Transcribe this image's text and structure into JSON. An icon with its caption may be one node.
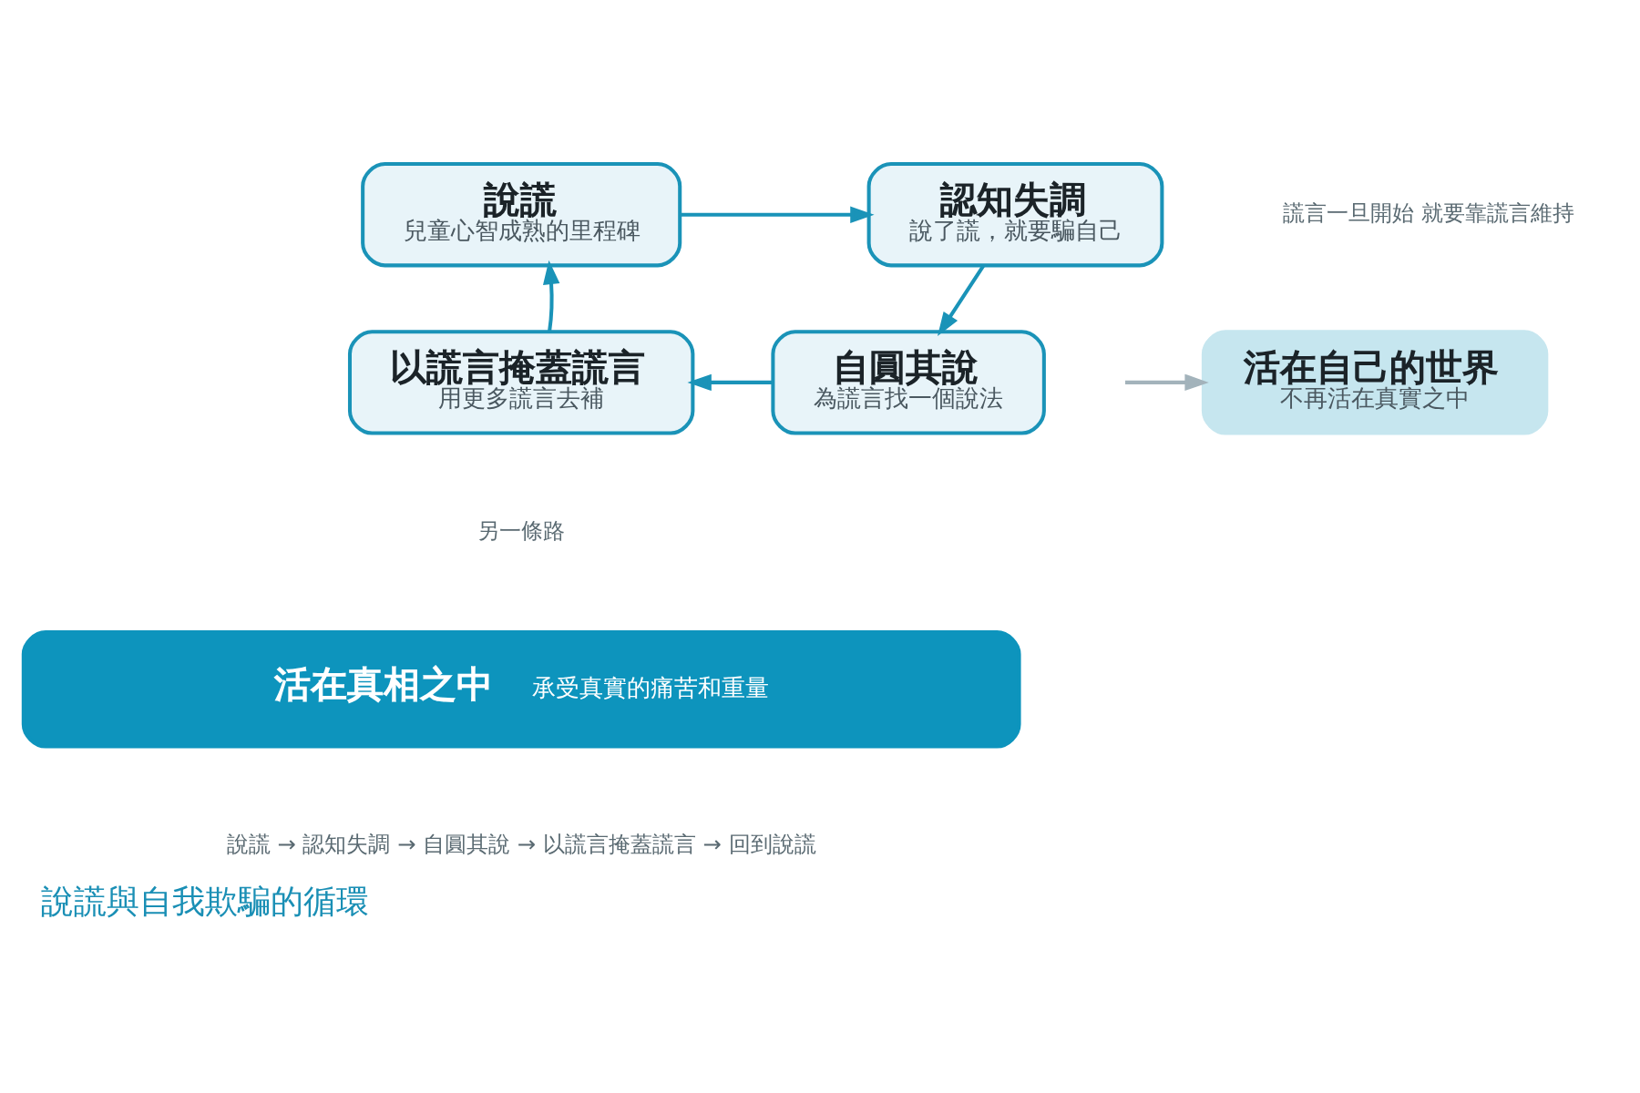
{
  "diagram": {
    "caption": "說謊與自我欺騙的循環",
    "nodes": [
      {
        "text": [
          "說謊",
          "兒童心智成熟的里程碑"
        ]
      },
      {
        "text": [
          "認知失調",
          "說了謊，就要騙自己"
        ]
      },
      {
        "text": [
          "自圓其說",
          "為謊言找一個說法"
        ]
      },
      {
        "text": [
          "以謊言掩蓋謊言",
          "用更多謊言去補"
        ]
      },
      {
        "text": [
          "活在自己的世界",
          "不再活在真實之中"
        ]
      },
      {
        "text": [
          "活在真相之中",
          "承受真實的痛苦和重量"
        ]
      }
    ],
    "edges": [
      {
        "from": 0,
        "to": 1,
        "arrow": "to"
      },
      {
        "from": 1,
        "to": 2,
        "arrow": "to"
      },
      {
        "from": 2,
        "to": 3,
        "arrow": "to"
      },
      {
        "from": 3,
        "to": 0,
        "arrow": "to"
      },
      {
        "from": null,
        "to": 4,
        "arrow": "to",
        "color": "#a3b3bb"
      }
    ],
    "labels": [
      "謊言一旦開始 就要靠謊言維持",
      "另一條路",
      "說謊 → 認知失調 → 自圓其說 → 以謊言掩蓋謊言 → 回到說謊"
    ]
  }
}
